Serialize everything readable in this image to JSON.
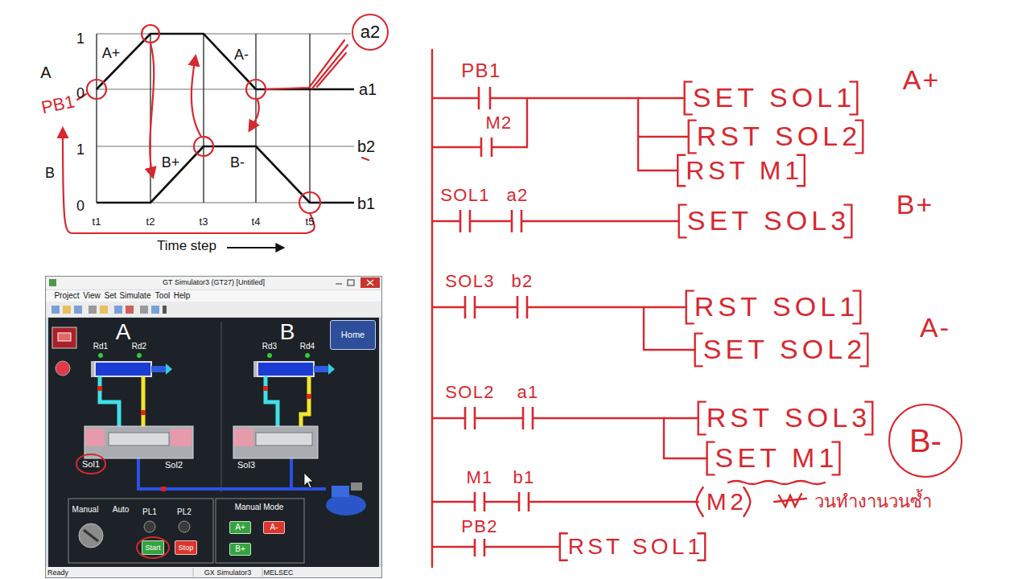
{
  "diagram": {
    "nodes": [
      {
        "text": [
          "a2"
        ]
      },
      {
        "text": [
          "GT Simulator3 (GT27) [Untitled]"
        ]
      },
      {
        "text": [
          "Home"
        ],
        "in": 1
      },
      {
        "text": [
          "Sol1"
        ],
        "in": 1
      },
      {
        "text": [
          "Start"
        ],
        "in": 1
      },
      {
        "text": [
          "Stop"
        ],
        "in": 1
      },
      {
        "text": [
          "A+"
        ],
        "in": 1
      },
      {
        "text": [
          "A-"
        ],
        "in": 1
      },
      {
        "text": [
          "B+"
        ],
        "in": 1
      },
      {
        "text": [
          "B-"
        ]
      }
    ],
    "labels": [
      "1",
      "0",
      "A",
      "1",
      "0",
      "B",
      "A+",
      "A-",
      "B+",
      "B-",
      "a1",
      "b2",
      "b1",
      "t1",
      "t2",
      "t3",
      "t4",
      "t5",
      "Time step",
      "PB1",
      "Project",
      "View",
      "Set",
      "Simulate",
      "Tool",
      "Help",
      "A",
      "B",
      "Rd1",
      "Rd2",
      "Rd3",
      "Rd4",
      "Sol2",
      "Sol3",
      "Manual",
      "Auto",
      "PL1",
      "PL2",
      "Manual Mode",
      "Ready",
      "GX Simulator3",
      "MELSEC",
      "PB1",
      "M2",
      "SOL1",
      "a2",
      "SOL3",
      "b2",
      "SOL2",
      "a1",
      "M1",
      "b1",
      "PB2",
      "SET SOL1",
      "A+",
      "RST SOL2",
      "RST M1",
      "SET SOL3",
      "B+",
      "RST SOL1",
      "SET SOL2",
      "A-",
      "RST SOL3",
      "SET M1",
      "M2",
      "วนทำงานวนซ้ำ",
      "RST SOL1"
    ]
  }
}
